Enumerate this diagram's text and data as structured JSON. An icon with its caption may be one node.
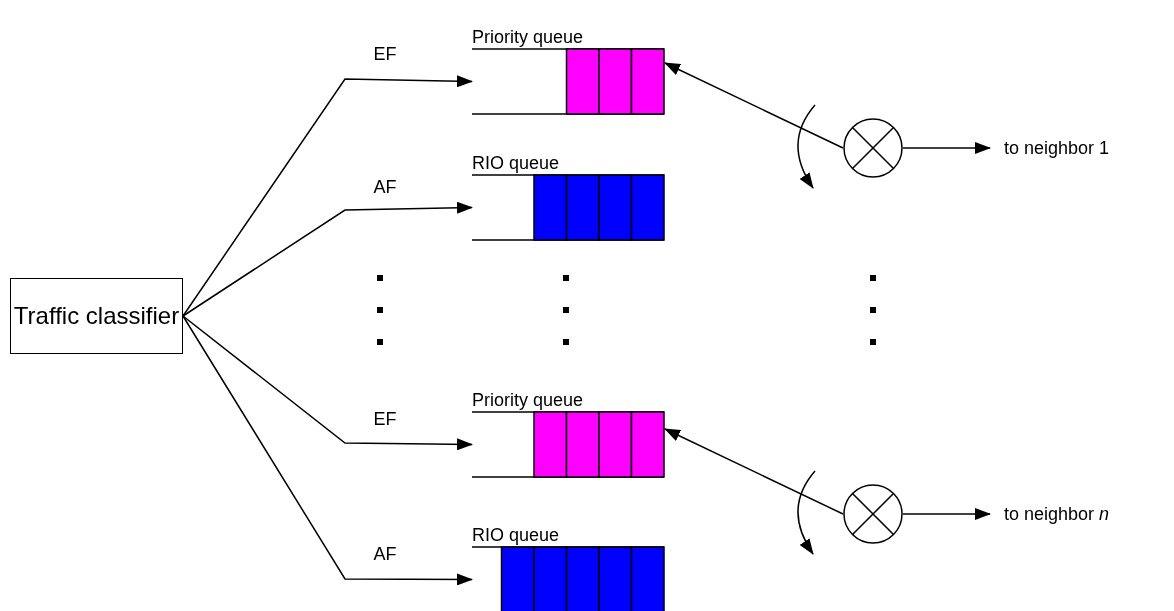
{
  "diagram": {
    "nodes": [
      {
        "text": [
          "Traffic classifier"
        ]
      },
      {
        "text": [
          "Priority queue"
        ]
      },
      {
        "text": [
          "RIO queue"
        ]
      },
      {
        "text": [
          "Priority queue"
        ]
      },
      {
        "text": [
          "RIO queue"
        ]
      },
      {
        "text": [],
        "shape": "circle"
      },
      {
        "text": [
          "to neighbor 1"
        ]
      },
      {
        "text": [],
        "shape": "circle"
      },
      {
        "text": [
          "to neighbor *n*"
        ]
      }
    ],
    "edges": [
      {
        "from": 0,
        "to": 1,
        "arrow": "to",
        "label": "EF"
      },
      {
        "from": 0,
        "to": 2,
        "arrow": "to",
        "label": "AF"
      },
      {
        "from": 0,
        "to": 3,
        "arrow": "to",
        "label": "EF"
      },
      {
        "from": 0,
        "to": 4,
        "arrow": "to",
        "label": "AF"
      },
      {
        "from": 5,
        "to": 1,
        "arrow": "to"
      },
      {
        "from": 5,
        "to": 6,
        "arrow": "to"
      },
      {
        "from": 7,
        "to": 3,
        "arrow": "to"
      },
      {
        "from": 7,
        "to": 8,
        "arrow": "to"
      }
    ]
  }
}
